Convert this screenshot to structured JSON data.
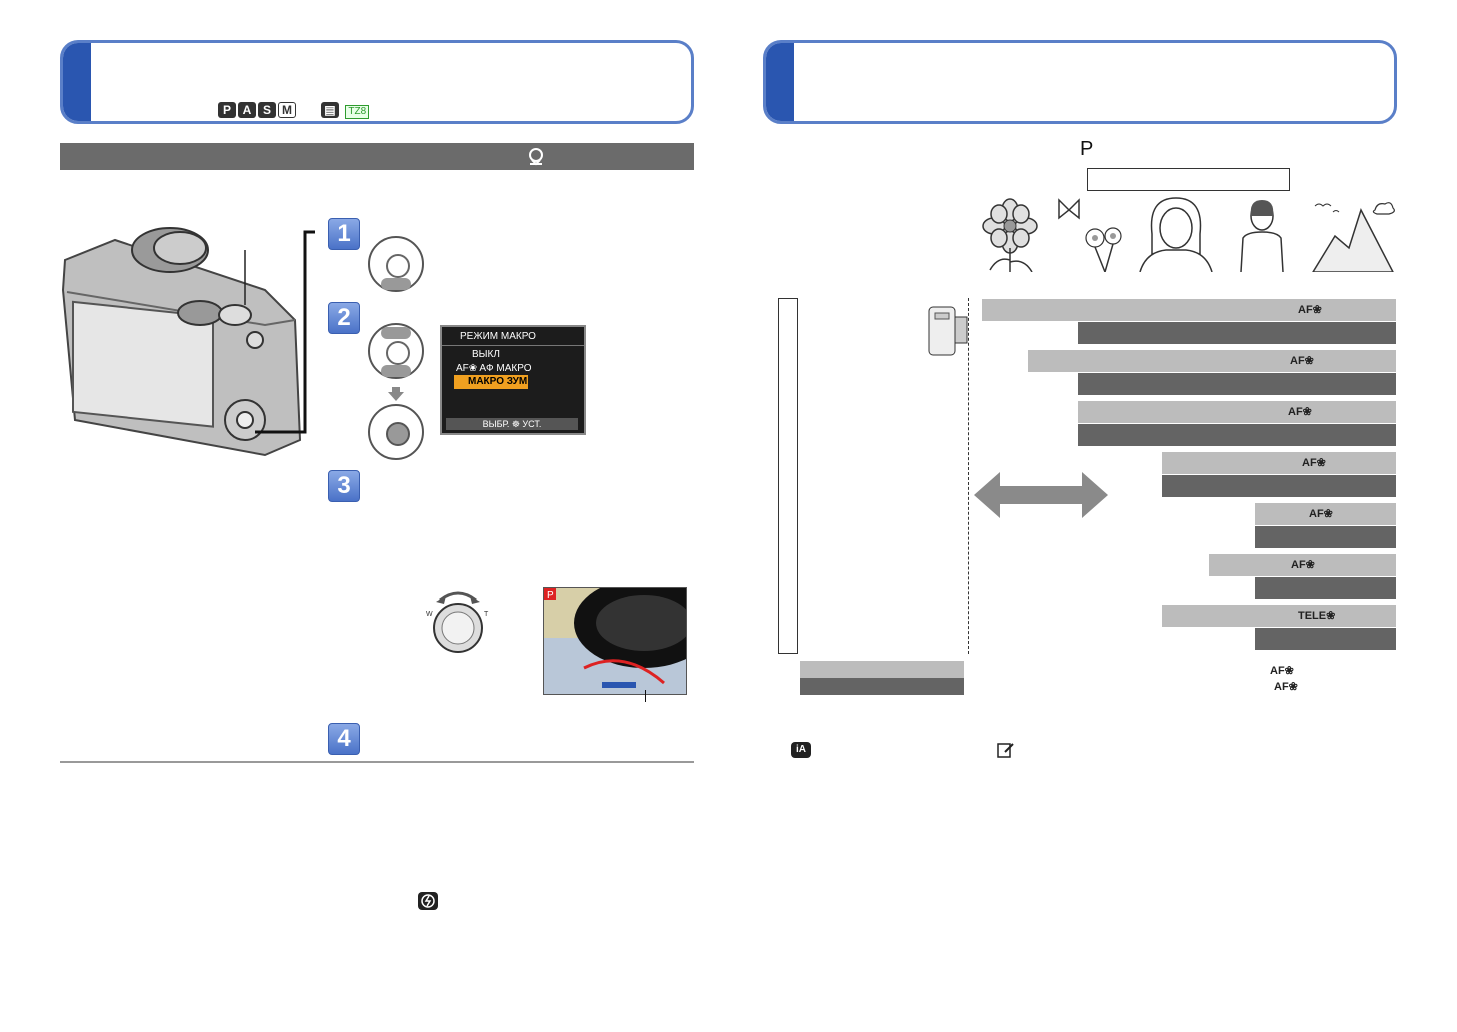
{
  "left_header": {
    "mode_icons": [
      "P",
      "A",
      "S",
      "M"
    ],
    "movie_icon": "movie-icon",
    "model_badge": "TZ8"
  },
  "steps": [
    "1",
    "2",
    "3",
    "4"
  ],
  "lcd_menu": {
    "title": "РЕЖИМ МАКРО",
    "items": [
      "ВЫКЛ",
      "AF❀ AФ МАКРО",
      "МАКРО ЗУМ"
    ],
    "selected": 2,
    "footer": "ВЫБР. ☸ УСТ."
  },
  "right_header": {
    "mode_letter": "P"
  },
  "icons": {
    "macro_zoom": "macro-zoom-icon",
    "flash_off": "flash-off-icon",
    "ia_mode": "ia-mode-icon",
    "memo": "memo-icon",
    "af_macro_symbol": "AF❀",
    "tele_macro_symbol": "TELE❀"
  },
  "range_rows": [
    {
      "af": "AF❀"
    },
    {
      "af": "AF❀"
    },
    {
      "af": "AF❀"
    },
    {
      "af": "AF❀"
    },
    {
      "af": "AF❀"
    },
    {
      "af": "AF❀"
    },
    {
      "af": "TELE❀"
    }
  ],
  "legend_symbols": [
    "AF❀",
    "AF❀"
  ],
  "colors": {
    "accent": "#2a56b0",
    "frame": "#5a7fc8",
    "band": "#6b6b6b"
  }
}
